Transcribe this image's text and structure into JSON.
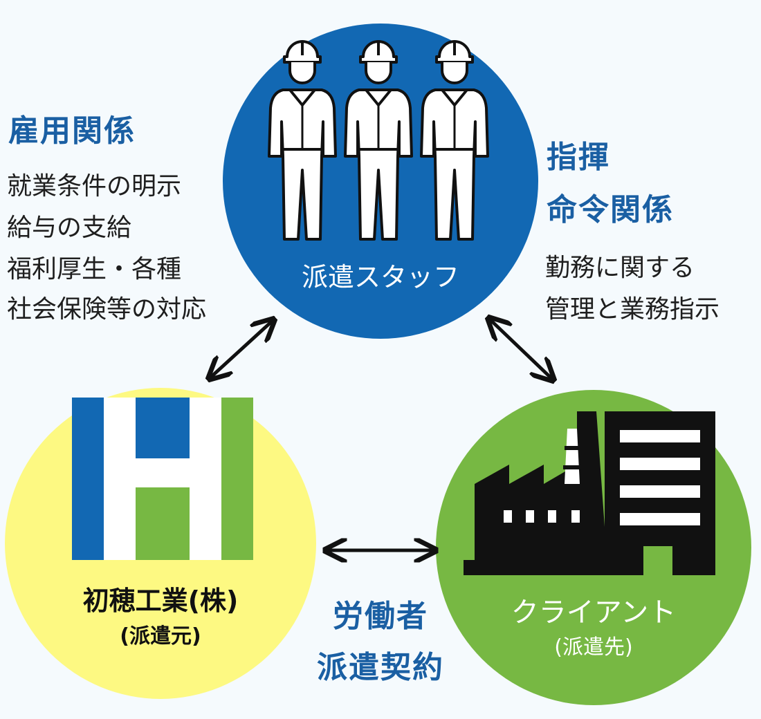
{
  "staff": {
    "label": "派遣スタッフ"
  },
  "employment": {
    "heading": "雇用関係",
    "lines": [
      "就業条件の明示",
      "給与の支給",
      "福利厚生・各種",
      "社会保険等の対応"
    ]
  },
  "command": {
    "heading_lines": [
      "指揮",
      "命令関係"
    ],
    "lines": [
      "勤務に関する",
      "管理と業務指示"
    ]
  },
  "dispatcher": {
    "name": "初穂工業(株)",
    "role": "(派遣元)"
  },
  "client": {
    "name": "クライアント",
    "role": "(派遣先)"
  },
  "contract": {
    "heading_lines": [
      "労働者",
      "派遣契約"
    ]
  },
  "colors": {
    "blue": "#1268b3",
    "green": "#77b843",
    "yellow": "#fdf982",
    "heading": "#1a5fa3",
    "background": "#f5fafd"
  }
}
